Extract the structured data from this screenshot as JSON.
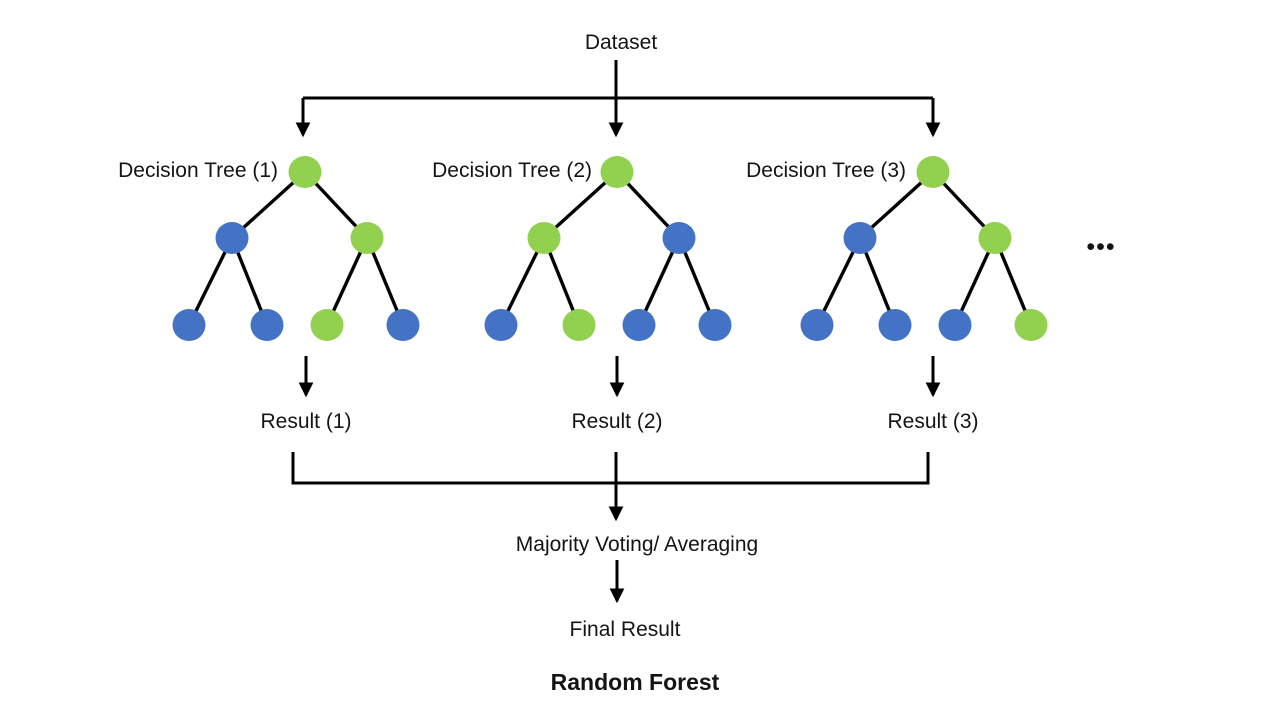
{
  "diagram": {
    "dataset_label": "Dataset",
    "ellipsis": "•••",
    "aggregation_label": "Majority Voting/ Averaging",
    "final_label": "Final Result",
    "title": "Random Forest",
    "colors": {
      "green": "#92D050",
      "blue": "#4472C4",
      "line": "#000000",
      "background": "#FFFFFF"
    },
    "trees": [
      {
        "label": "Decision Tree (1)",
        "result_label": "Result (1)",
        "nodes": {
          "root": "green",
          "level2": [
            "blue",
            "green"
          ],
          "leaves": [
            "blue",
            "blue",
            "green",
            "blue"
          ]
        }
      },
      {
        "label": "Decision Tree (2)",
        "result_label": "Result (2)",
        "nodes": {
          "root": "green",
          "level2": [
            "green",
            "blue"
          ],
          "leaves": [
            "blue",
            "green",
            "blue",
            "blue"
          ]
        }
      },
      {
        "label": "Decision Tree (3)",
        "result_label": "Result (3)",
        "nodes": {
          "root": "green",
          "level2": [
            "blue",
            "green"
          ],
          "leaves": [
            "blue",
            "blue",
            "blue",
            "green"
          ]
        }
      }
    ]
  }
}
